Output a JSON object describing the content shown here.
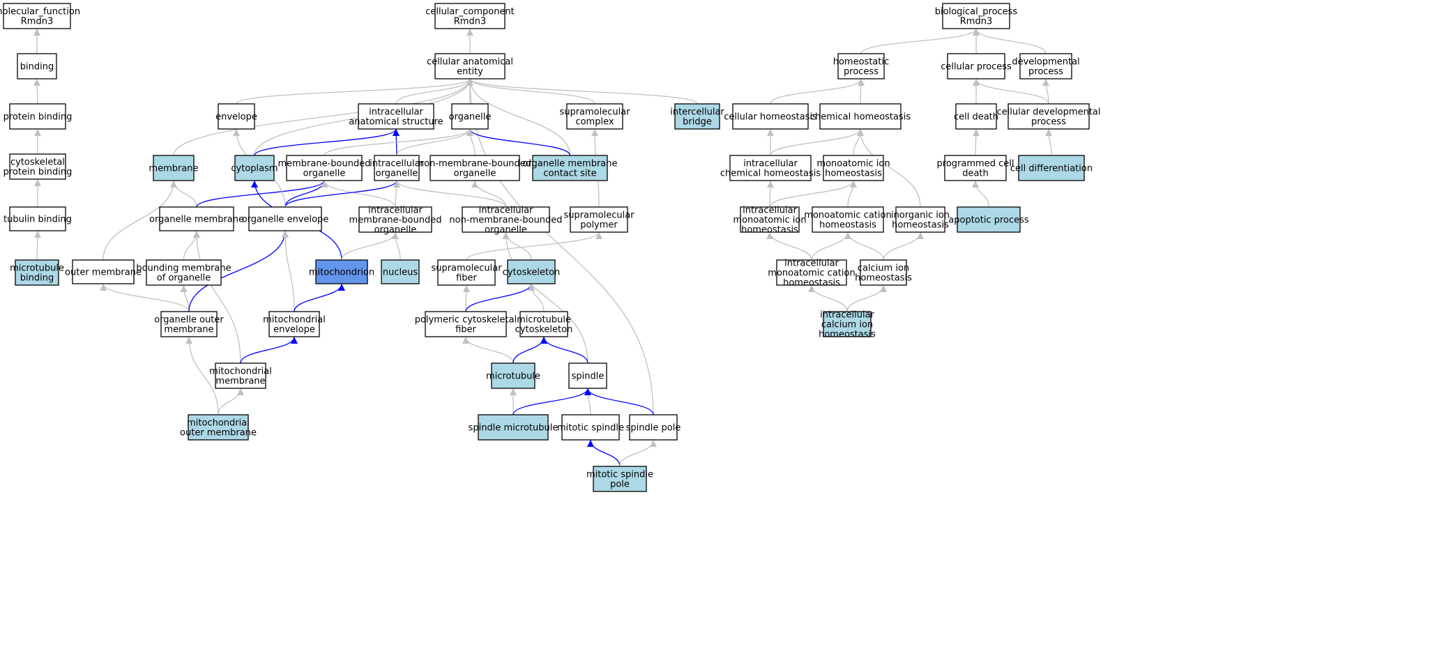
{
  "colors": {
    "plain": "#ffffff",
    "annotated": "#add8e6",
    "focus": "#6495ed",
    "edge_gray": "#c0c0c0",
    "edge_blue": "#0000ff"
  },
  "nodes": [
    {
      "id": "mf_root",
      "lines": [
        "molecular_function",
        "Rmdn3"
      ],
      "style": "plain"
    },
    {
      "id": "binding",
      "lines": [
        "binding"
      ],
      "style": "plain"
    },
    {
      "id": "protein_binding",
      "lines": [
        "protein binding"
      ],
      "style": "plain"
    },
    {
      "id": "cytoskeletal_protein_binding",
      "lines": [
        "cytoskeletal",
        "protein binding"
      ],
      "style": "plain"
    },
    {
      "id": "tubulin_binding",
      "lines": [
        "tubulin binding"
      ],
      "style": "plain"
    },
    {
      "id": "microtubule_binding",
      "lines": [
        "microtubule",
        "binding"
      ],
      "style": "annotated"
    },
    {
      "id": "cc_root",
      "lines": [
        "cellular_component",
        "Rmdn3"
      ],
      "style": "plain"
    },
    {
      "id": "cellular_anatomical_entity",
      "lines": [
        "cellular anatomical",
        "entity"
      ],
      "style": "plain"
    },
    {
      "id": "envelope",
      "lines": [
        "envelope"
      ],
      "style": "plain"
    },
    {
      "id": "intracellular_anatomical_structure",
      "lines": [
        "intracellular",
        "anatomical structure"
      ],
      "style": "plain"
    },
    {
      "id": "organelle",
      "lines": [
        "organelle"
      ],
      "style": "plain"
    },
    {
      "id": "supramolecular_complex",
      "lines": [
        "supramolecular",
        "complex"
      ],
      "style": "plain"
    },
    {
      "id": "intercellular_bridge",
      "lines": [
        "intercellular",
        "bridge"
      ],
      "style": "annotated"
    },
    {
      "id": "membrane",
      "lines": [
        "membrane"
      ],
      "style": "annotated"
    },
    {
      "id": "cytoplasm",
      "lines": [
        "cytoplasm"
      ],
      "style": "annotated"
    },
    {
      "id": "membrane_bounded_organelle",
      "lines": [
        "membrane-bounded",
        "organelle"
      ],
      "style": "plain"
    },
    {
      "id": "intracellular_organelle",
      "lines": [
        "intracellular",
        "organelle"
      ],
      "style": "plain"
    },
    {
      "id": "non_membrane_bounded_organelle",
      "lines": [
        "non-membrane-bounded",
        "organelle"
      ],
      "style": "plain"
    },
    {
      "id": "organelle_membrane_contact_site",
      "lines": [
        "organelle membrane",
        "contact site"
      ],
      "style": "annotated"
    },
    {
      "id": "organelle_membrane",
      "lines": [
        "organelle membrane"
      ],
      "style": "plain"
    },
    {
      "id": "organelle_envelope",
      "lines": [
        "organelle envelope"
      ],
      "style": "plain"
    },
    {
      "id": "intracellular_membrane_bounded_organelle",
      "lines": [
        "intracellular",
        "membrane-bounded",
        "organelle"
      ],
      "style": "plain"
    },
    {
      "id": "intracellular_non_membrane_bounded_organelle",
      "lines": [
        "intracellular",
        "non-membrane-bounded",
        "organelle"
      ],
      "style": "plain"
    },
    {
      "id": "supramolecular_polymer",
      "lines": [
        "supramolecular",
        "polymer"
      ],
      "style": "plain"
    },
    {
      "id": "outer_membrane",
      "lines": [
        "outer membrane"
      ],
      "style": "plain"
    },
    {
      "id": "bounding_membrane_of_organelle",
      "lines": [
        "bounding membrane",
        "of organelle"
      ],
      "style": "plain"
    },
    {
      "id": "mitochondrion",
      "lines": [
        "mitochondrion"
      ],
      "style": "focus"
    },
    {
      "id": "nucleus",
      "lines": [
        "nucleus"
      ],
      "style": "annotated"
    },
    {
      "id": "supramolecular_fiber",
      "lines": [
        "supramolecular",
        "fiber"
      ],
      "style": "plain"
    },
    {
      "id": "cytoskeleton",
      "lines": [
        "cytoskeleton"
      ],
      "style": "annotated"
    },
    {
      "id": "organelle_outer_membrane",
      "lines": [
        "organelle outer",
        "membrane"
      ],
      "style": "plain"
    },
    {
      "id": "mitochondrial_envelope",
      "lines": [
        "mitochondrial",
        "envelope"
      ],
      "style": "plain"
    },
    {
      "id": "polymeric_cytoskeletal_fiber",
      "lines": [
        "polymeric cytoskeletal",
        "fiber"
      ],
      "style": "plain"
    },
    {
      "id": "microtubule_cytoskeleton",
      "lines": [
        "microtubule",
        "cytoskeleton"
      ],
      "style": "plain"
    },
    {
      "id": "mitochondrial_membrane",
      "lines": [
        "mitochondrial",
        "membrane"
      ],
      "style": "plain"
    },
    {
      "id": "microtubule",
      "lines": [
        "microtubule"
      ],
      "style": "annotated"
    },
    {
      "id": "spindle",
      "lines": [
        "spindle"
      ],
      "style": "plain"
    },
    {
      "id": "mitochondrial_outer_membrane",
      "lines": [
        "mitochondrial",
        "outer membrane"
      ],
      "style": "annotated"
    },
    {
      "id": "spindle_microtubule",
      "lines": [
        "spindle microtubule"
      ],
      "style": "annotated"
    },
    {
      "id": "mitotic_spindle",
      "lines": [
        "mitotic spindle"
      ],
      "style": "plain"
    },
    {
      "id": "spindle_pole",
      "lines": [
        "spindle pole"
      ],
      "style": "plain"
    },
    {
      "id": "mitotic_spindle_pole",
      "lines": [
        "mitotic spindle",
        "pole"
      ],
      "style": "annotated"
    },
    {
      "id": "bp_root",
      "lines": [
        "biological_process",
        "Rmdn3"
      ],
      "style": "plain"
    },
    {
      "id": "homeostatic_process",
      "lines": [
        "homeostatic",
        "process"
      ],
      "style": "plain"
    },
    {
      "id": "cellular_process",
      "lines": [
        "cellular process"
      ],
      "style": "plain"
    },
    {
      "id": "developmental_process",
      "lines": [
        "developmental",
        "process"
      ],
      "style": "plain"
    },
    {
      "id": "cellular_homeostasis",
      "lines": [
        "cellular homeostasis"
      ],
      "style": "plain"
    },
    {
      "id": "chemical_homeostasis",
      "lines": [
        "chemical homeostasis"
      ],
      "style": "plain"
    },
    {
      "id": "cell_death",
      "lines": [
        "cell death"
      ],
      "style": "plain"
    },
    {
      "id": "cellular_developmental_process",
      "lines": [
        "cellular developmental",
        "process"
      ],
      "style": "plain"
    },
    {
      "id": "intracellular_chemical_homeostasis",
      "lines": [
        "intracellular",
        "chemical homeostasis"
      ],
      "style": "plain"
    },
    {
      "id": "monoatomic_ion_homeostasis",
      "lines": [
        "monoatomic ion",
        "homeostasis"
      ],
      "style": "plain"
    },
    {
      "id": "programmed_cell_death",
      "lines": [
        "programmed cell",
        "death"
      ],
      "style": "plain"
    },
    {
      "id": "cell_differentiation",
      "lines": [
        "cell differentiation"
      ],
      "style": "annotated"
    },
    {
      "id": "intracellular_monoatomic_ion_homeostasis",
      "lines": [
        "intracellular",
        "monoatomic ion",
        "homeostasis"
      ],
      "style": "plain"
    },
    {
      "id": "monoatomic_cation_homeostasis",
      "lines": [
        "monoatomic cation",
        "homeostasis"
      ],
      "style": "plain"
    },
    {
      "id": "inorganic_ion_homeostasis",
      "lines": [
        "inorganic ion",
        "homeostasis"
      ],
      "style": "plain"
    },
    {
      "id": "apoptotic_process",
      "lines": [
        "apoptotic process"
      ],
      "style": "annotated"
    },
    {
      "id": "intracellular_monoatomic_cation_homeostasis",
      "lines": [
        "intracellular",
        "monoatomic cation",
        "homeostasis"
      ],
      "style": "plain"
    },
    {
      "id": "calcium_ion_homeostasis",
      "lines": [
        "calcium ion",
        "homeostasis"
      ],
      "style": "plain"
    },
    {
      "id": "intracellular_calcium_ion_homeostasis",
      "lines": [
        "intracellular",
        "calcium ion",
        "homeostasis"
      ],
      "style": "annotated"
    }
  ],
  "edges": [
    {
      "from": "binding",
      "to": "mf_root",
      "kind": "is_a"
    },
    {
      "from": "protein_binding",
      "to": "binding",
      "kind": "is_a"
    },
    {
      "from": "cytoskeletal_protein_binding",
      "to": "protein_binding",
      "kind": "is_a"
    },
    {
      "from": "tubulin_binding",
      "to": "cytoskeletal_protein_binding",
      "kind": "is_a"
    },
    {
      "from": "microtubule_binding",
      "to": "tubulin_binding",
      "kind": "is_a"
    },
    {
      "from": "cellular_anatomical_entity",
      "to": "cc_root",
      "kind": "is_a"
    },
    {
      "from": "envelope",
      "to": "cellular_anatomical_entity",
      "kind": "is_a"
    },
    {
      "from": "intracellular_anatomical_structure",
      "to": "cellular_anatomical_entity",
      "kind": "is_a"
    },
    {
      "from": "organelle",
      "to": "cellular_anatomical_entity",
      "kind": "is_a"
    },
    {
      "from": "supramolecular_complex",
      "to": "cellular_anatomical_entity",
      "kind": "is_a"
    },
    {
      "from": "intercellular_bridge",
      "to": "cellular_anatomical_entity",
      "kind": "is_a"
    },
    {
      "from": "membrane",
      "to": "cellular_anatomical_entity",
      "kind": "is_a"
    },
    {
      "from": "cytoplasm",
      "to": "cellular_anatomical_entity",
      "kind": "is_a"
    },
    {
      "from": "organelle_membrane_contact_site",
      "to": "cellular_anatomical_entity",
      "kind": "is_a"
    },
    {
      "from": "spindle_pole",
      "to": "cellular_anatomical_entity",
      "kind": "is_a"
    },
    {
      "from": "cytoplasm",
      "to": "intracellular_anatomical_structure",
      "kind": "part_of"
    },
    {
      "from": "intracellular_organelle",
      "to": "intracellular_anatomical_structure",
      "kind": "part_of"
    },
    {
      "from": "organelle_membrane_contact_site",
      "to": "organelle",
      "kind": "part_of"
    },
    {
      "from": "membrane_bounded_organelle",
      "to": "organelle",
      "kind": "is_a"
    },
    {
      "from": "intracellular_organelle",
      "to": "organelle",
      "kind": "is_a"
    },
    {
      "from": "non_membrane_bounded_organelle",
      "to": "organelle",
      "kind": "is_a"
    },
    {
      "from": "supramolecular_polymer",
      "to": "supramolecular_complex",
      "kind": "is_a"
    },
    {
      "from": "organelle_membrane",
      "to": "membrane",
      "kind": "is_a"
    },
    {
      "from": "outer_membrane",
      "to": "membrane",
      "kind": "is_a"
    },
    {
      "from": "organelle_membrane",
      "to": "membrane_bounded_organelle",
      "kind": "part_of"
    },
    {
      "from": "organelle_envelope",
      "to": "membrane_bounded_organelle",
      "kind": "part_of"
    },
    {
      "from": "intracellular_membrane_bounded_organelle",
      "to": "membrane_bounded_organelle",
      "kind": "is_a"
    },
    {
      "from": "organelle_envelope",
      "to": "intracellular_organelle",
      "kind": "part_of"
    },
    {
      "from": "intracellular_membrane_bounded_organelle",
      "to": "intracellular_organelle",
      "kind": "is_a"
    },
    {
      "from": "intracellular_non_membrane_bounded_organelle",
      "to": "intracellular_organelle",
      "kind": "is_a"
    },
    {
      "from": "intracellular_non_membrane_bounded_organelle",
      "to": "non_membrane_bounded_organelle",
      "kind": "is_a"
    },
    {
      "from": "organelle_envelope",
      "to": "envelope",
      "kind": "is_a"
    },
    {
      "from": "mitochondrion",
      "to": "cytoplasm",
      "kind": "part_of"
    },
    {
      "from": "mitochondrion",
      "to": "intracellular_membrane_bounded_organelle",
      "kind": "is_a"
    },
    {
      "from": "nucleus",
      "to": "intracellular_membrane_bounded_organelle",
      "kind": "is_a"
    },
    {
      "from": "bounding_membrane_of_organelle",
      "to": "organelle_membrane",
      "kind": "is_a"
    },
    {
      "from": "mitochondrial_membrane",
      "to": "organelle_membrane",
      "kind": "is_a"
    },
    {
      "from": "organelle_outer_membrane",
      "to": "outer_membrane",
      "kind": "is_a"
    },
    {
      "from": "organelle_outer_membrane",
      "to": "bounding_membrane_of_organelle",
      "kind": "is_a"
    },
    {
      "from": "organelle_outer_membrane",
      "to": "organelle_envelope",
      "kind": "part_of"
    },
    {
      "from": "mitochondrial_envelope",
      "to": "organelle_envelope",
      "kind": "is_a"
    },
    {
      "from": "mitochondrial_envelope",
      "to": "mitochondrion",
      "kind": "part_of"
    },
    {
      "from": "mitochondrial_membrane",
      "to": "mitochondrial_envelope",
      "kind": "part_of"
    },
    {
      "from": "mitochondrial_outer_membrane",
      "to": "organelle_outer_membrane",
      "kind": "is_a"
    },
    {
      "from": "mitochondrial_outer_membrane",
      "to": "mitochondrial_membrane",
      "kind": "is_a"
    },
    {
      "from": "supramolecular_fiber",
      "to": "supramolecular_polymer",
      "kind": "is_a"
    },
    {
      "from": "cytoskeleton",
      "to": "intracellular_non_membrane_bounded_organelle",
      "kind": "is_a"
    },
    {
      "from": "spindle",
      "to": "intracellular_non_membrane_bounded_organelle",
      "kind": "is_a"
    },
    {
      "from": "polymeric_cytoskeletal_fiber",
      "to": "supramolecular_fiber",
      "kind": "is_a"
    },
    {
      "from": "polymeric_cytoskeletal_fiber",
      "to": "cytoskeleton",
      "kind": "part_of"
    },
    {
      "from": "microtubule_cytoskeleton",
      "to": "cytoskeleton",
      "kind": "is_a"
    },
    {
      "from": "microtubule",
      "to": "polymeric_cytoskeletal_fiber",
      "kind": "is_a"
    },
    {
      "from": "microtubule",
      "to": "microtubule_cytoskeleton",
      "kind": "part_of"
    },
    {
      "from": "spindle",
      "to": "microtubule_cytoskeleton",
      "kind": "part_of"
    },
    {
      "from": "spindle_microtubule",
      "to": "microtubule",
      "kind": "is_a"
    },
    {
      "from": "spindle_microtubule",
      "to": "spindle",
      "kind": "part_of"
    },
    {
      "from": "mitotic_spindle",
      "to": "spindle",
      "kind": "is_a"
    },
    {
      "from": "spindle_pole",
      "to": "spindle",
      "kind": "part_of"
    },
    {
      "from": "mitotic_spindle_pole",
      "to": "mitotic_spindle",
      "kind": "part_of"
    },
    {
      "from": "mitotic_spindle_pole",
      "to": "spindle_pole",
      "kind": "is_a"
    },
    {
      "from": "homeostatic_process",
      "to": "bp_root",
      "kind": "is_a"
    },
    {
      "from": "cellular_process",
      "to": "bp_root",
      "kind": "is_a"
    },
    {
      "from": "developmental_process",
      "to": "bp_root",
      "kind": "is_a"
    },
    {
      "from": "cellular_homeostasis",
      "to": "homeostatic_process",
      "kind": "is_a"
    },
    {
      "from": "chemical_homeostasis",
      "to": "homeostatic_process",
      "kind": "is_a"
    },
    {
      "from": "cell_death",
      "to": "cellular_process",
      "kind": "is_a"
    },
    {
      "from": "cellular_developmental_process",
      "to": "cellular_process",
      "kind": "is_a"
    },
    {
      "from": "cellular_developmental_process",
      "to": "developmental_process",
      "kind": "is_a"
    },
    {
      "from": "intracellular_chemical_homeostasis",
      "to": "cellular_homeostasis",
      "kind": "is_a"
    },
    {
      "from": "intracellular_chemical_homeostasis",
      "to": "chemical_homeostasis",
      "kind": "is_a"
    },
    {
      "from": "monoatomic_ion_homeostasis",
      "to": "chemical_homeostasis",
      "kind": "is_a"
    },
    {
      "from": "inorganic_ion_homeostasis",
      "to": "chemical_homeostasis",
      "kind": "is_a"
    },
    {
      "from": "programmed_cell_death",
      "to": "cell_death",
      "kind": "is_a"
    },
    {
      "from": "cell_differentiation",
      "to": "cellular_developmental_process",
      "kind": "is_a"
    },
    {
      "from": "intracellular_monoatomic_ion_homeostasis",
      "to": "intracellular_chemical_homeostasis",
      "kind": "is_a"
    },
    {
      "from": "intracellular_monoatomic_ion_homeostasis",
      "to": "monoatomic_ion_homeostasis",
      "kind": "is_a"
    },
    {
      "from": "monoatomic_cation_homeostasis",
      "to": "monoatomic_ion_homeostasis",
      "kind": "is_a"
    },
    {
      "from": "apoptotic_process",
      "to": "programmed_cell_death",
      "kind": "is_a"
    },
    {
      "from": "intracellular_monoatomic_cation_homeostasis",
      "to": "intracellular_monoatomic_ion_homeostasis",
      "kind": "is_a"
    },
    {
      "from": "intracellular_monoatomic_cation_homeostasis",
      "to": "monoatomic_cation_homeostasis",
      "kind": "is_a"
    },
    {
      "from": "calcium_ion_homeostasis",
      "to": "monoatomic_cation_homeostasis",
      "kind": "is_a"
    },
    {
      "from": "calcium_ion_homeostasis",
      "to": "inorganic_ion_homeostasis",
      "kind": "is_a"
    },
    {
      "from": "intracellular_calcium_ion_homeostasis",
      "to": "intracellular_monoatomic_cation_homeostasis",
      "kind": "is_a"
    },
    {
      "from": "intracellular_calcium_ion_homeostasis",
      "to": "calcium_ion_homeostasis",
      "kind": "is_a"
    }
  ]
}
